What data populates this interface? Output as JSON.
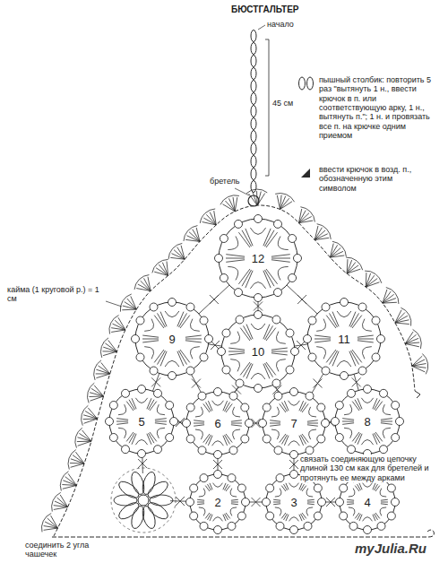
{
  "diagram": {
    "title": "БЮСТГАЛЬТЕР",
    "nodes": [
      {
        "text": [
          "12"
        ]
      },
      {
        "text": [
          "9"
        ]
      },
      {
        "text": [
          "10"
        ]
      },
      {
        "text": [
          "11"
        ]
      },
      {
        "text": [
          "5"
        ]
      },
      {
        "text": [
          "6"
        ]
      },
      {
        "text": [
          "7"
        ]
      },
      {
        "text": [
          "8"
        ]
      },
      {
        "text": [
          "2"
        ]
      },
      {
        "text": [
          "3"
        ]
      },
      {
        "text": [
          "4"
        ]
      }
    ],
    "labels": [
      "начало",
      "45 см",
      "бретель",
      "кайма (1 круговой р.) = 1 см",
      "связать соединяющую цепочку длиной 130 см как для бретелей и протянуть ее между арками",
      "соединить 2 угла чашечек",
      "myJulia.Ru"
    ],
    "legend": [
      {
        "text": "пышный столбик: повторить 5 раз \"вытянуть 1 н., ввести крючок в п. или соответствующую арку, 1 н., вытянуть п.\"; 1 н. и провязать все п. на крючке одним приемом"
      },
      {
        "text": "ввести крючок в возд. п., обозначенную этим символом"
      }
    ]
  }
}
